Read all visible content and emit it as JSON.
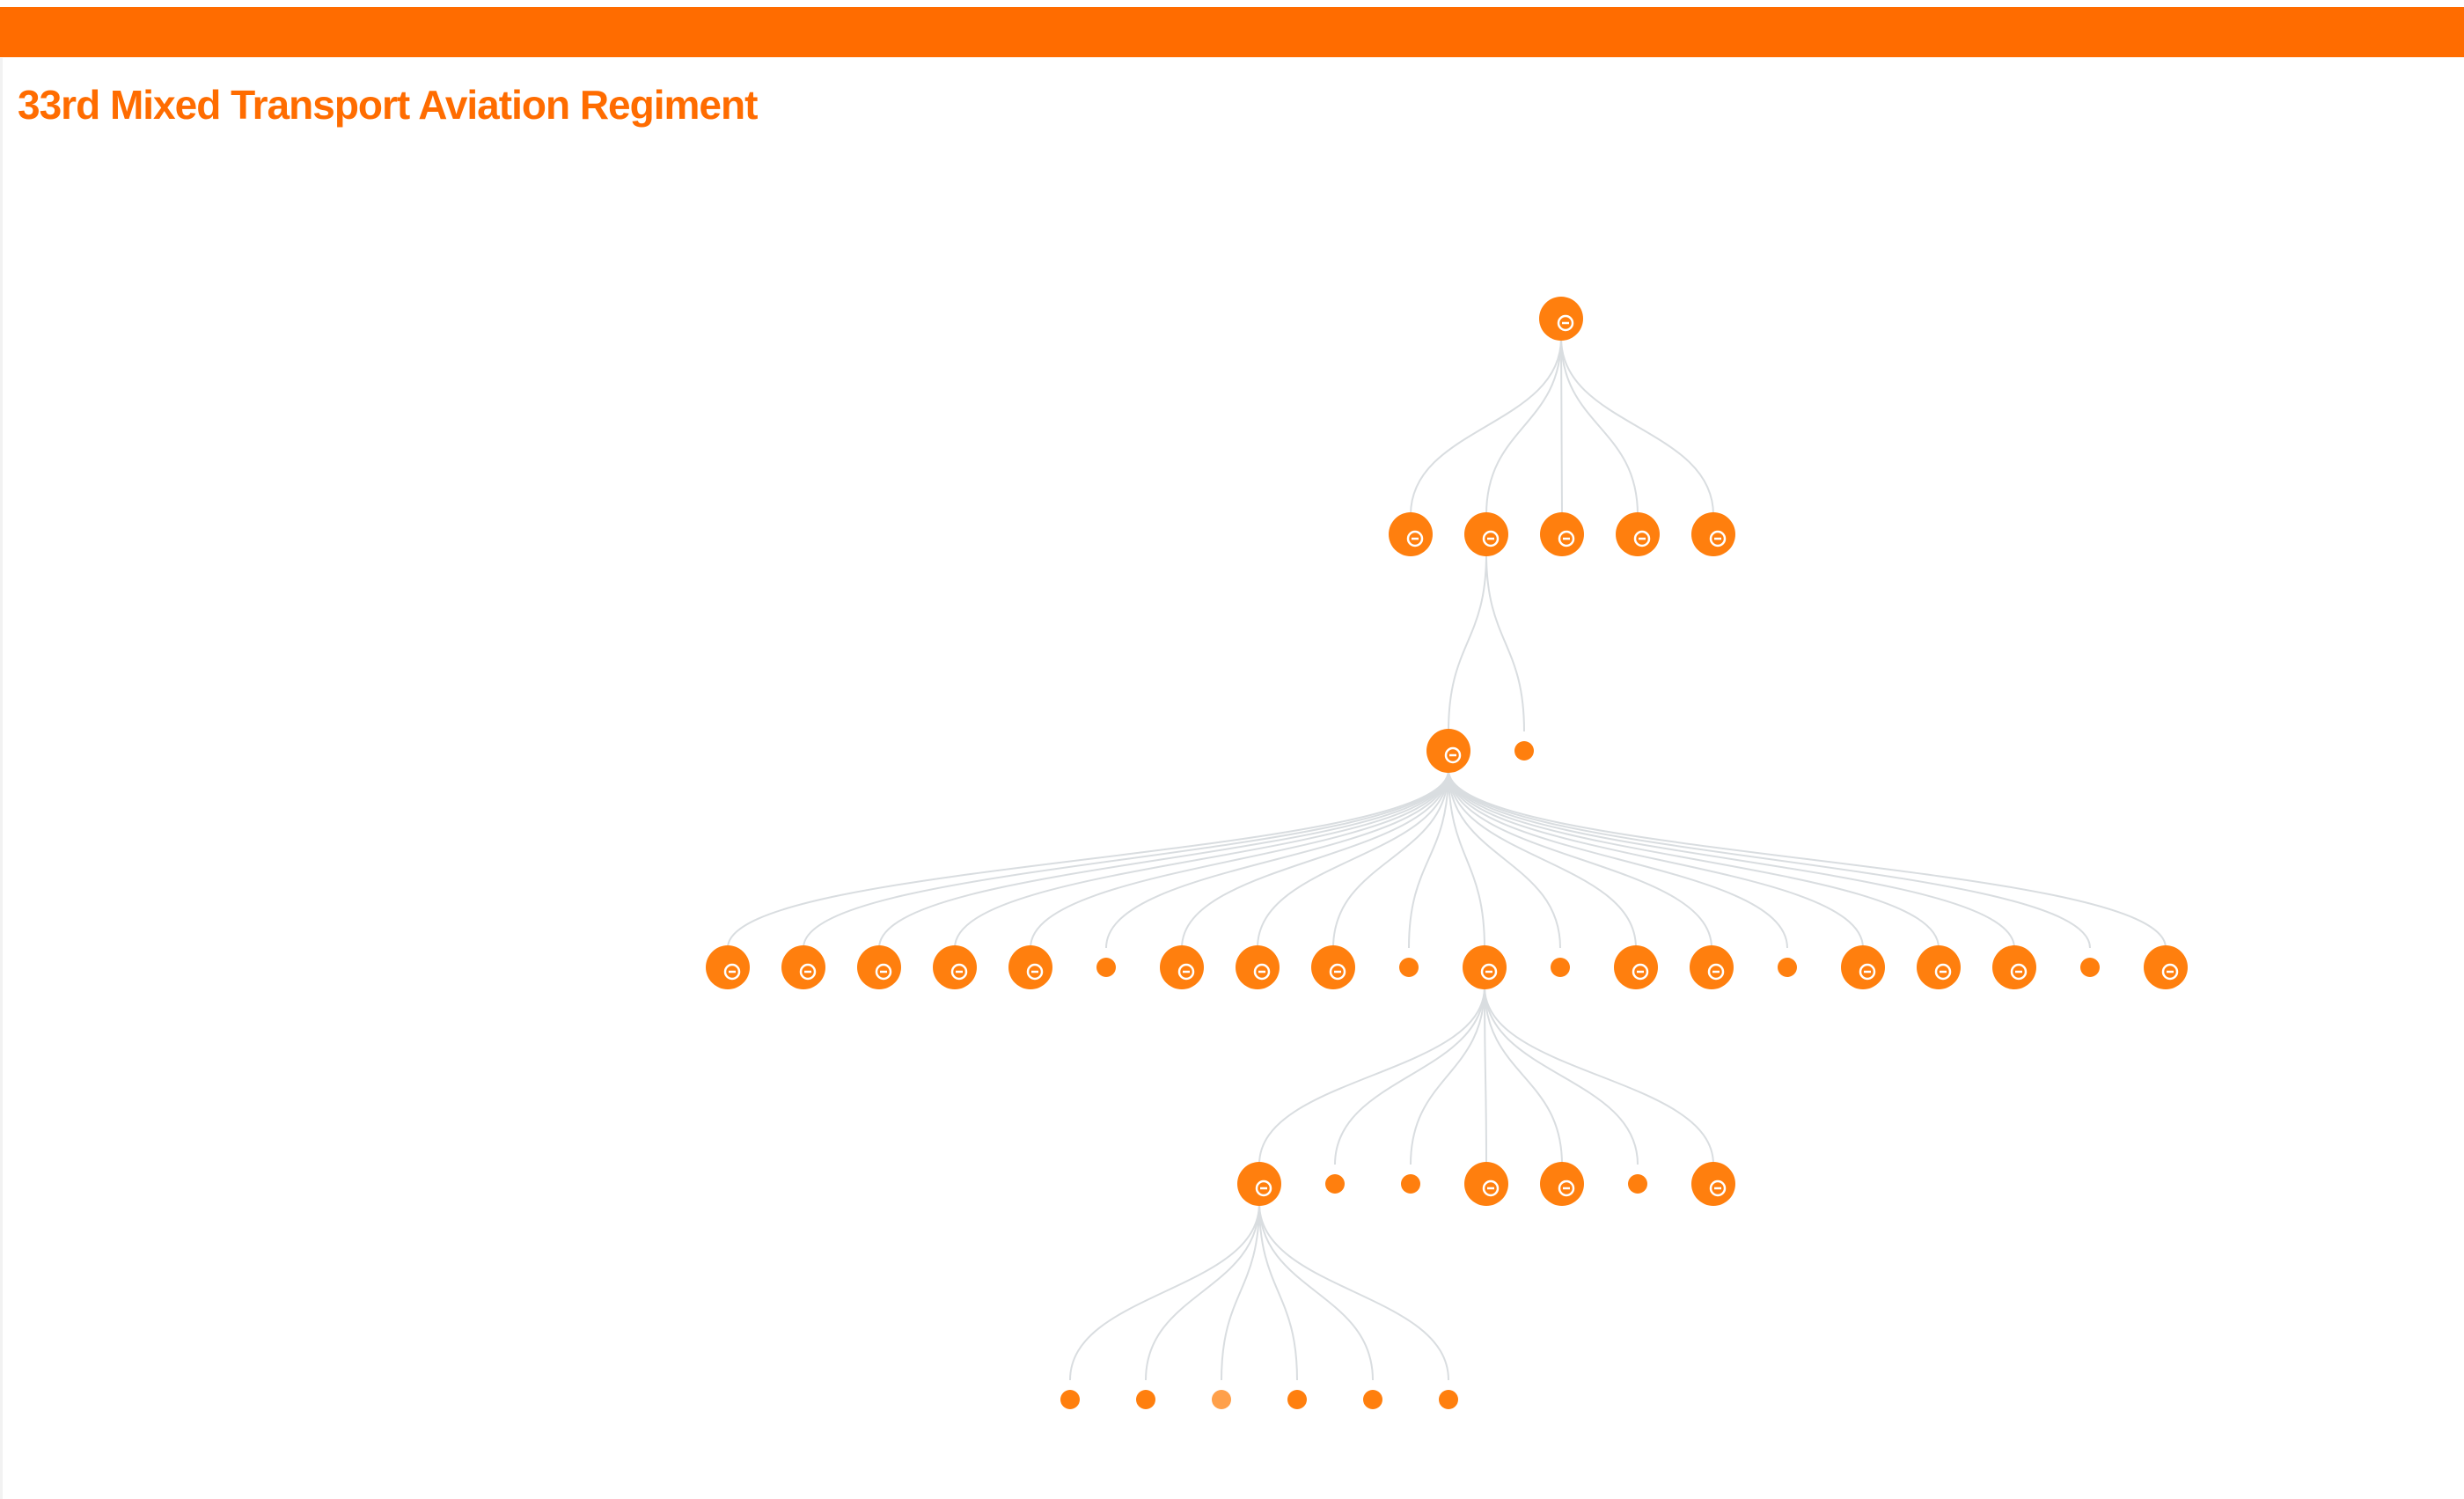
{
  "page": {
    "title": "33rd Mixed Transport Aviation Regiment"
  },
  "colors": {
    "accent": "#ff6c00",
    "node": "#ff7f0e",
    "node_light": "#ffa04a",
    "link": "#d9dde0"
  },
  "diagram": {
    "type": "tree",
    "node_glyph": "expand-icon",
    "nodes": [
      {
        "id": "n0",
        "label": "",
        "parent": null,
        "depth": 0,
        "big": true
      },
      {
        "id": "n1a",
        "label": "",
        "parent": "n0",
        "depth": 1,
        "big": true
      },
      {
        "id": "n1b",
        "label": "",
        "parent": "n0",
        "depth": 1,
        "big": true
      },
      {
        "id": "n1c",
        "label": "",
        "parent": "n0",
        "depth": 1,
        "big": true
      },
      {
        "id": "n1d",
        "label": "",
        "parent": "n0",
        "depth": 1,
        "big": true
      },
      {
        "id": "n1e",
        "label": "",
        "parent": "n0",
        "depth": 1,
        "big": true
      },
      {
        "id": "n2a",
        "label": "",
        "parent": "n1b",
        "depth": 2,
        "big": true
      },
      {
        "id": "n2b",
        "label": "",
        "parent": "n1b",
        "depth": 2,
        "big": false
      },
      {
        "id": "n3a",
        "label": "",
        "parent": "n2a",
        "depth": 3,
        "big": true
      },
      {
        "id": "n3b",
        "label": "",
        "parent": "n2a",
        "depth": 3,
        "big": true
      },
      {
        "id": "n3c",
        "label": "",
        "parent": "n2a",
        "depth": 3,
        "big": true
      },
      {
        "id": "n3d",
        "label": "",
        "parent": "n2a",
        "depth": 3,
        "big": true
      },
      {
        "id": "n3e",
        "label": "",
        "parent": "n2a",
        "depth": 3,
        "big": true
      },
      {
        "id": "n3f",
        "label": "",
        "parent": "n2a",
        "depth": 3,
        "big": false
      },
      {
        "id": "n3g",
        "label": "",
        "parent": "n2a",
        "depth": 3,
        "big": true
      },
      {
        "id": "n3h",
        "label": "",
        "parent": "n2a",
        "depth": 3,
        "big": true
      },
      {
        "id": "n3i",
        "label": "",
        "parent": "n2a",
        "depth": 3,
        "big": true
      },
      {
        "id": "n3j",
        "label": "",
        "parent": "n2a",
        "depth": 3,
        "big": false
      },
      {
        "id": "n3k",
        "label": "",
        "parent": "n2a",
        "depth": 3,
        "big": true
      },
      {
        "id": "n3l",
        "label": "",
        "parent": "n2a",
        "depth": 3,
        "big": false
      },
      {
        "id": "n3m",
        "label": "",
        "parent": "n2a",
        "depth": 3,
        "big": true
      },
      {
        "id": "n3n",
        "label": "",
        "parent": "n2a",
        "depth": 3,
        "big": true
      },
      {
        "id": "n3o",
        "label": "",
        "parent": "n2a",
        "depth": 3,
        "big": false
      },
      {
        "id": "n3p",
        "label": "",
        "parent": "n2a",
        "depth": 3,
        "big": true
      },
      {
        "id": "n3q",
        "label": "",
        "parent": "n2a",
        "depth": 3,
        "big": true
      },
      {
        "id": "n3r",
        "label": "",
        "parent": "n2a",
        "depth": 3,
        "big": true
      },
      {
        "id": "n3s",
        "label": "",
        "parent": "n2a",
        "depth": 3,
        "big": false
      },
      {
        "id": "n3t",
        "label": "",
        "parent": "n2a",
        "depth": 3,
        "big": true
      },
      {
        "id": "n4a",
        "label": "",
        "parent": "n3k",
        "depth": 4,
        "big": true
      },
      {
        "id": "n4b",
        "label": "",
        "parent": "n3k",
        "depth": 4,
        "big": false
      },
      {
        "id": "n4c",
        "label": "",
        "parent": "n3k",
        "depth": 4,
        "big": false
      },
      {
        "id": "n4d",
        "label": "",
        "parent": "n3k",
        "depth": 4,
        "big": true
      },
      {
        "id": "n4e",
        "label": "",
        "parent": "n3k",
        "depth": 4,
        "big": true
      },
      {
        "id": "n4f",
        "label": "",
        "parent": "n3k",
        "depth": 4,
        "big": false
      },
      {
        "id": "n4g",
        "label": "",
        "parent": "n3k",
        "depth": 4,
        "big": true
      },
      {
        "id": "n5a",
        "label": "",
        "parent": "n4a",
        "depth": 5,
        "big": false
      },
      {
        "id": "n5b",
        "label": "",
        "parent": "n4a",
        "depth": 5,
        "big": false
      },
      {
        "id": "n5c",
        "label": "",
        "parent": "n4a",
        "depth": 5,
        "big": false,
        "light": true
      },
      {
        "id": "n5d",
        "label": "",
        "parent": "n4a",
        "depth": 5,
        "big": false
      },
      {
        "id": "n5e",
        "label": "",
        "parent": "n4a",
        "depth": 5,
        "big": false
      },
      {
        "id": "n5f",
        "label": "",
        "parent": "n4a",
        "depth": 5,
        "big": false
      }
    ]
  }
}
